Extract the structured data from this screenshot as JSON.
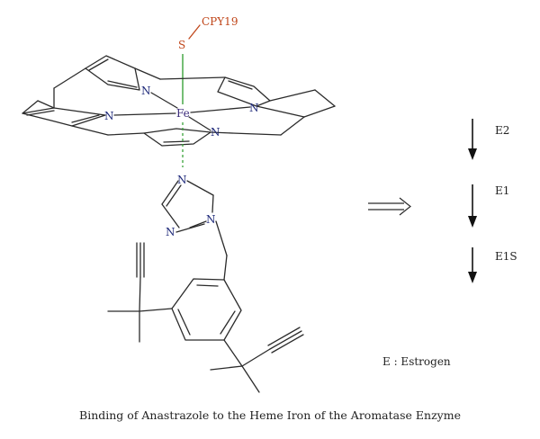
{
  "atoms": {
    "sulfur": "S",
    "ligand": "CPY19",
    "iron": "Fe",
    "nitrogen": "N"
  },
  "markers": [
    "E2",
    "E1",
    "E1S"
  ],
  "legend": "E : Estrogen",
  "caption": "Binding of Anastrazole to the Heme Iron of the Aromatase Enzyme",
  "colors": {
    "bond": "#2b2b2b",
    "sulfur_ligand": "#c0461a",
    "fe_s_bond": "#3aa33a",
    "coordination_bond": "#3aa33a",
    "nitrogen": "#1f2a7a"
  }
}
